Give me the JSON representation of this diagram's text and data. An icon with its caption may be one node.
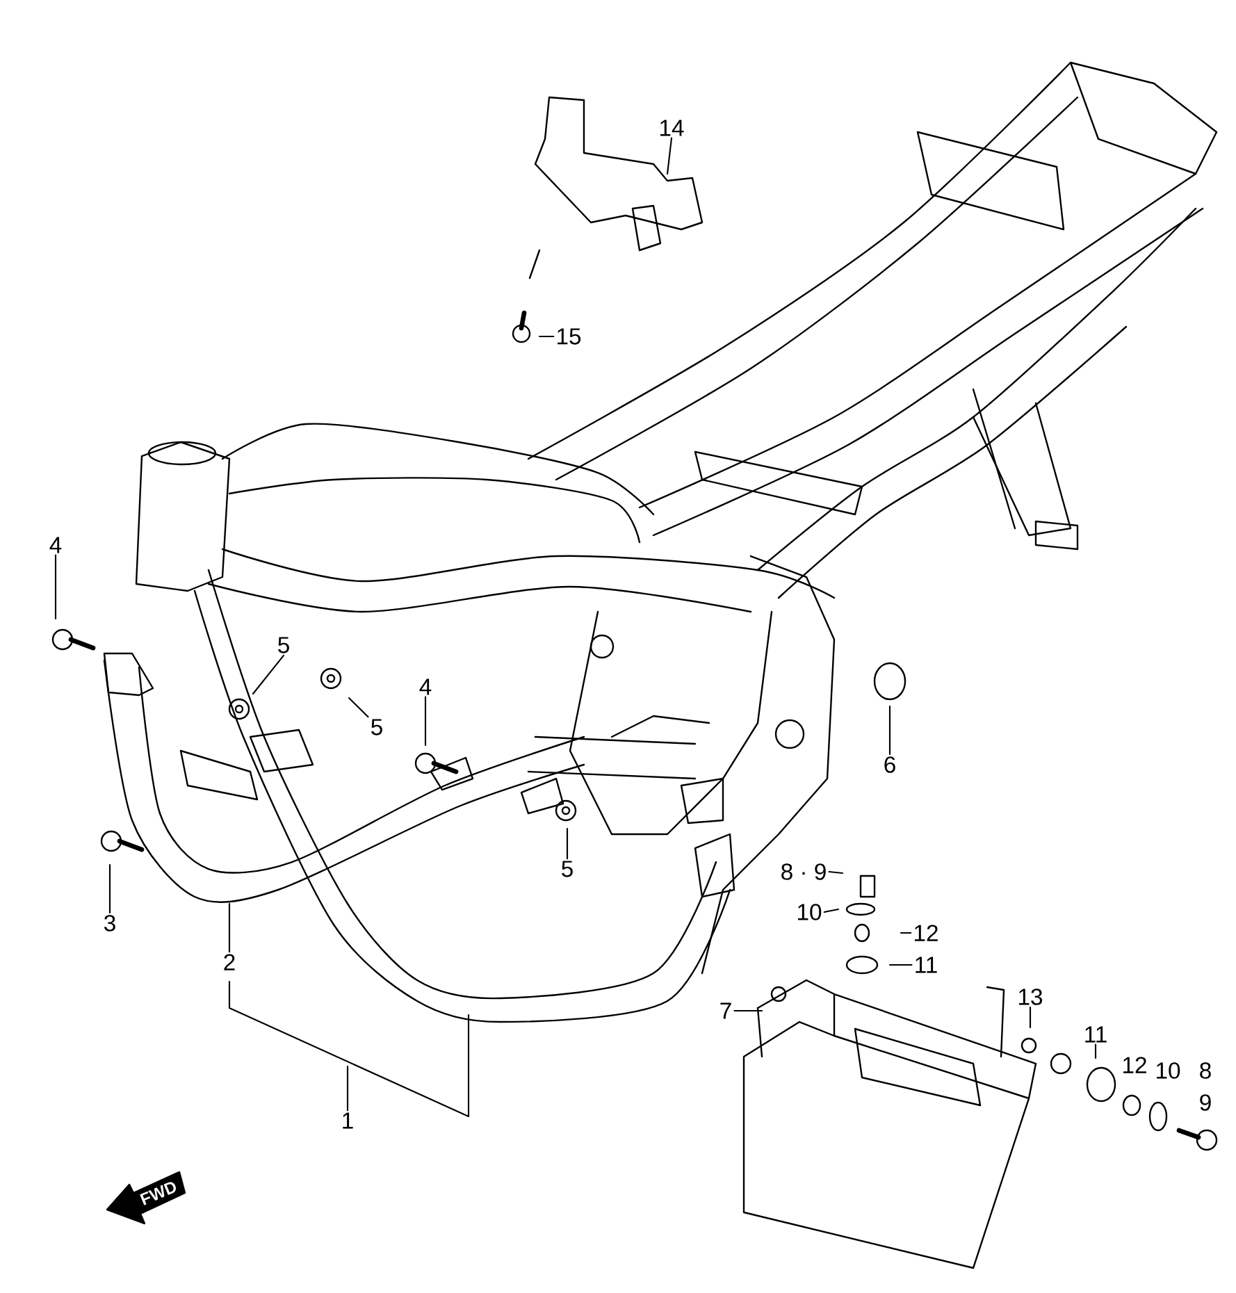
{
  "diagram": {
    "nodes": [
      {
        "text": [
          "14"
        ]
      },
      {
        "text": [
          "15"
        ]
      },
      {
        "text": [
          "4"
        ]
      },
      {
        "text": [
          "5"
        ]
      },
      {
        "text": [
          "5"
        ]
      },
      {
        "text": [
          "4"
        ]
      },
      {
        "text": [
          "3"
        ]
      },
      {
        "text": [
          "5"
        ]
      },
      {
        "text": [
          "6"
        ]
      },
      {
        "text": [
          "2"
        ]
      },
      {
        "text": [
          "1"
        ]
      },
      {
        "text": [
          "8 · 9"
        ]
      },
      {
        "text": [
          "10"
        ]
      },
      {
        "text": [
          "12"
        ]
      },
      {
        "text": [
          "11"
        ]
      },
      {
        "text": [
          "7"
        ]
      },
      {
        "text": [
          "13"
        ]
      },
      {
        "text": [
          "11"
        ]
      },
      {
        "text": [
          "FWD"
        ]
      }
    ],
    "edges": [
      {
        "from": 0,
        "to": null,
        "arrow": "none"
      },
      {
        "from": 1,
        "to": null,
        "arrow": "none"
      },
      {
        "from": 2,
        "to": null,
        "arrow": "none"
      },
      {
        "from": 3,
        "to": null,
        "arrow": "none"
      },
      {
        "from": 4,
        "to": null,
        "arrow": "none"
      },
      {
        "from": 5,
        "to": null,
        "arrow": "none"
      },
      {
        "from": 6,
        "to": null,
        "arrow": "none"
      },
      {
        "from": 7,
        "to": null,
        "arrow": "none"
      },
      {
        "from": 8,
        "to": null,
        "arrow": "none"
      },
      {
        "from": 9,
        "to": null,
        "arrow": "none"
      },
      {
        "from": 10,
        "to": null,
        "arrow": "none"
      },
      {
        "from": 11,
        "to": null,
        "arrow": "none"
      },
      {
        "from": 12,
        "to": null,
        "arrow": "none"
      },
      {
        "from": 13,
        "to": null,
        "arrow": "none"
      },
      {
        "from": 14,
        "to": null,
        "arrow": "none"
      },
      {
        "from": 15,
        "to": null,
        "arrow": "none"
      },
      {
        "from": 16,
        "to": null,
        "arrow": "none"
      },
      {
        "from": 17,
        "to": null,
        "arrow": "none"
      }
    ],
    "labels": [
      "12",
      "10",
      "8",
      "9"
    ]
  }
}
